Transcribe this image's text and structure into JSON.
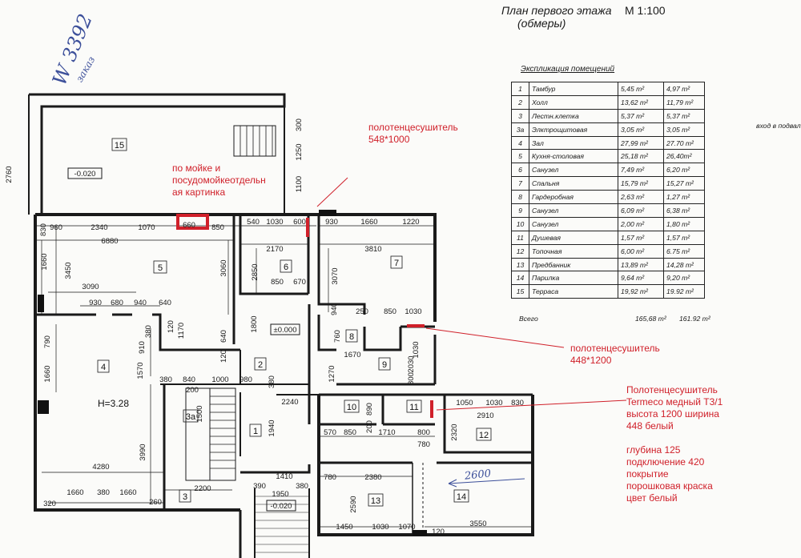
{
  "header": {
    "title": "План первого этажа",
    "subtitle": "(обмеры)",
    "scale": "М 1:100"
  },
  "explication": {
    "title": "Экспликация помещений",
    "rows": [
      {
        "n": "1",
        "name": "Тамбур",
        "a1": "5,45 m²",
        "a2": "4,97 m²"
      },
      {
        "n": "2",
        "name": "Холл",
        "a1": "13,62 m²",
        "a2": "11,79 m²"
      },
      {
        "n": "3",
        "name": "Лестн.клетка",
        "a1": "5,37 m²",
        "a2": "5,37 m²"
      },
      {
        "n": "3а",
        "name": "Элктрощитовая",
        "a1": "3,05 m²",
        "a2": "3,05 m²"
      },
      {
        "n": "4",
        "name": "Зал",
        "a1": "27,99 m²",
        "a2": "27.70 m²"
      },
      {
        "n": "5",
        "name": "Кухня-столовая",
        "a1": "25,18 m²",
        "a2": "26,40m²"
      },
      {
        "n": "6",
        "name": "Санузел",
        "a1": "7,49 m²",
        "a2": "6,20 m²"
      },
      {
        "n": "7",
        "name": "Спальня",
        "a1": "15,79 m²",
        "a2": "15,27 m²"
      },
      {
        "n": "8",
        "name": "Гардеробная",
        "a1": "2,63 m²",
        "a2": "1,27 m²"
      },
      {
        "n": "9",
        "name": "Санузел",
        "a1": "6,09 m²",
        "a2": "6,38 m²"
      },
      {
        "n": "10",
        "name": "Санузел",
        "a1": "2,00 m²",
        "a2": "1,80 m²"
      },
      {
        "n": "11",
        "name": "Душевая",
        "a1": "1,57 m²",
        "a2": "1,57 m²"
      },
      {
        "n": "12",
        "name": "Топочная",
        "a1": "6,00 m²",
        "a2": "6.75 m²"
      },
      {
        "n": "13",
        "name": "Предбанник",
        "a1": "13,89 m²",
        "a2": "14,28 m²"
      },
      {
        "n": "14",
        "name": "Парилка",
        "a1": "9,64 m²",
        "a2": "9,20 m²"
      },
      {
        "n": "15",
        "name": "Терраса",
        "a1": "19,92 m²",
        "a2": "19.92 m²"
      }
    ],
    "total_label": "Всего",
    "total_a1": "165,68 m²",
    "total_a2": "161.92 m²",
    "side_note": "вход в подвал"
  },
  "annotations": {
    "towel1": [
      "полотенцесушитель",
      "548*1000"
    ],
    "sink": [
      "по мойке и",
      "посудомойкеотдельн",
      "ая картинка"
    ],
    "towel2": [
      "полотенцесушитель",
      "448*1200"
    ],
    "spec": [
      "Полотенцесушитель",
      "Termeco медный Т3/1",
      "высота 1200 ширина",
      "448 белый",
      "",
      "глубина 125",
      "подключение 420",
      "покрытие",
      "порошковая краска",
      "цвет белый"
    ]
  },
  "handwriting": {
    "number": "W 3392",
    "note": "заказ",
    "dim": "2600"
  },
  "plan": {
    "height_label": "H=3.28",
    "level_labels": [
      "-0.020",
      "±0.000",
      "-0.020"
    ],
    "room_numbers": [
      "15",
      "5",
      "6",
      "7",
      "8",
      "9",
      "4",
      "2",
      "1",
      "3а",
      "3",
      "10",
      "11",
      "12",
      "13",
      "14"
    ],
    "dimensions": [
      "2760",
      "960",
      "2340",
      "1070",
      "660",
      "850",
      "6880",
      "540",
      "1030",
      "600",
      "930",
      "1660",
      "1220",
      "300",
      "1250",
      "1100",
      "830",
      "3450",
      "1660",
      "3060",
      "2170",
      "2850",
      "3810",
      "3070",
      "850",
      "670",
      "3090",
      "930",
      "680",
      "940",
      "640",
      "1170",
      "640",
      "120",
      "1800",
      "380",
      "910",
      "790",
      "1660",
      "1570",
      "250",
      "850",
      "1030",
      "760",
      "940",
      "1670",
      "1270",
      "2030",
      "800",
      "1030",
      "380",
      "840",
      "1000",
      "980",
      "380",
      "2240",
      "1500",
      "200",
      "1940",
      "3990",
      "4280",
      "570",
      "850",
      "200",
      "1710",
      "890",
      "800",
      "1050",
      "1030",
      "830",
      "2910",
      "2320",
      "780",
      "1410",
      "390",
      "1950",
      "380",
      "2200",
      "1660",
      "380",
      "1660",
      "260",
      "320",
      "120",
      "780",
      "2380",
      "2590",
      "1450",
      "1030",
      "1070",
      "3550",
      "120"
    ]
  },
  "colors": {
    "red": "#d0202a",
    "ink": "#1a1a1a",
    "pen": "#3c4f9a"
  }
}
